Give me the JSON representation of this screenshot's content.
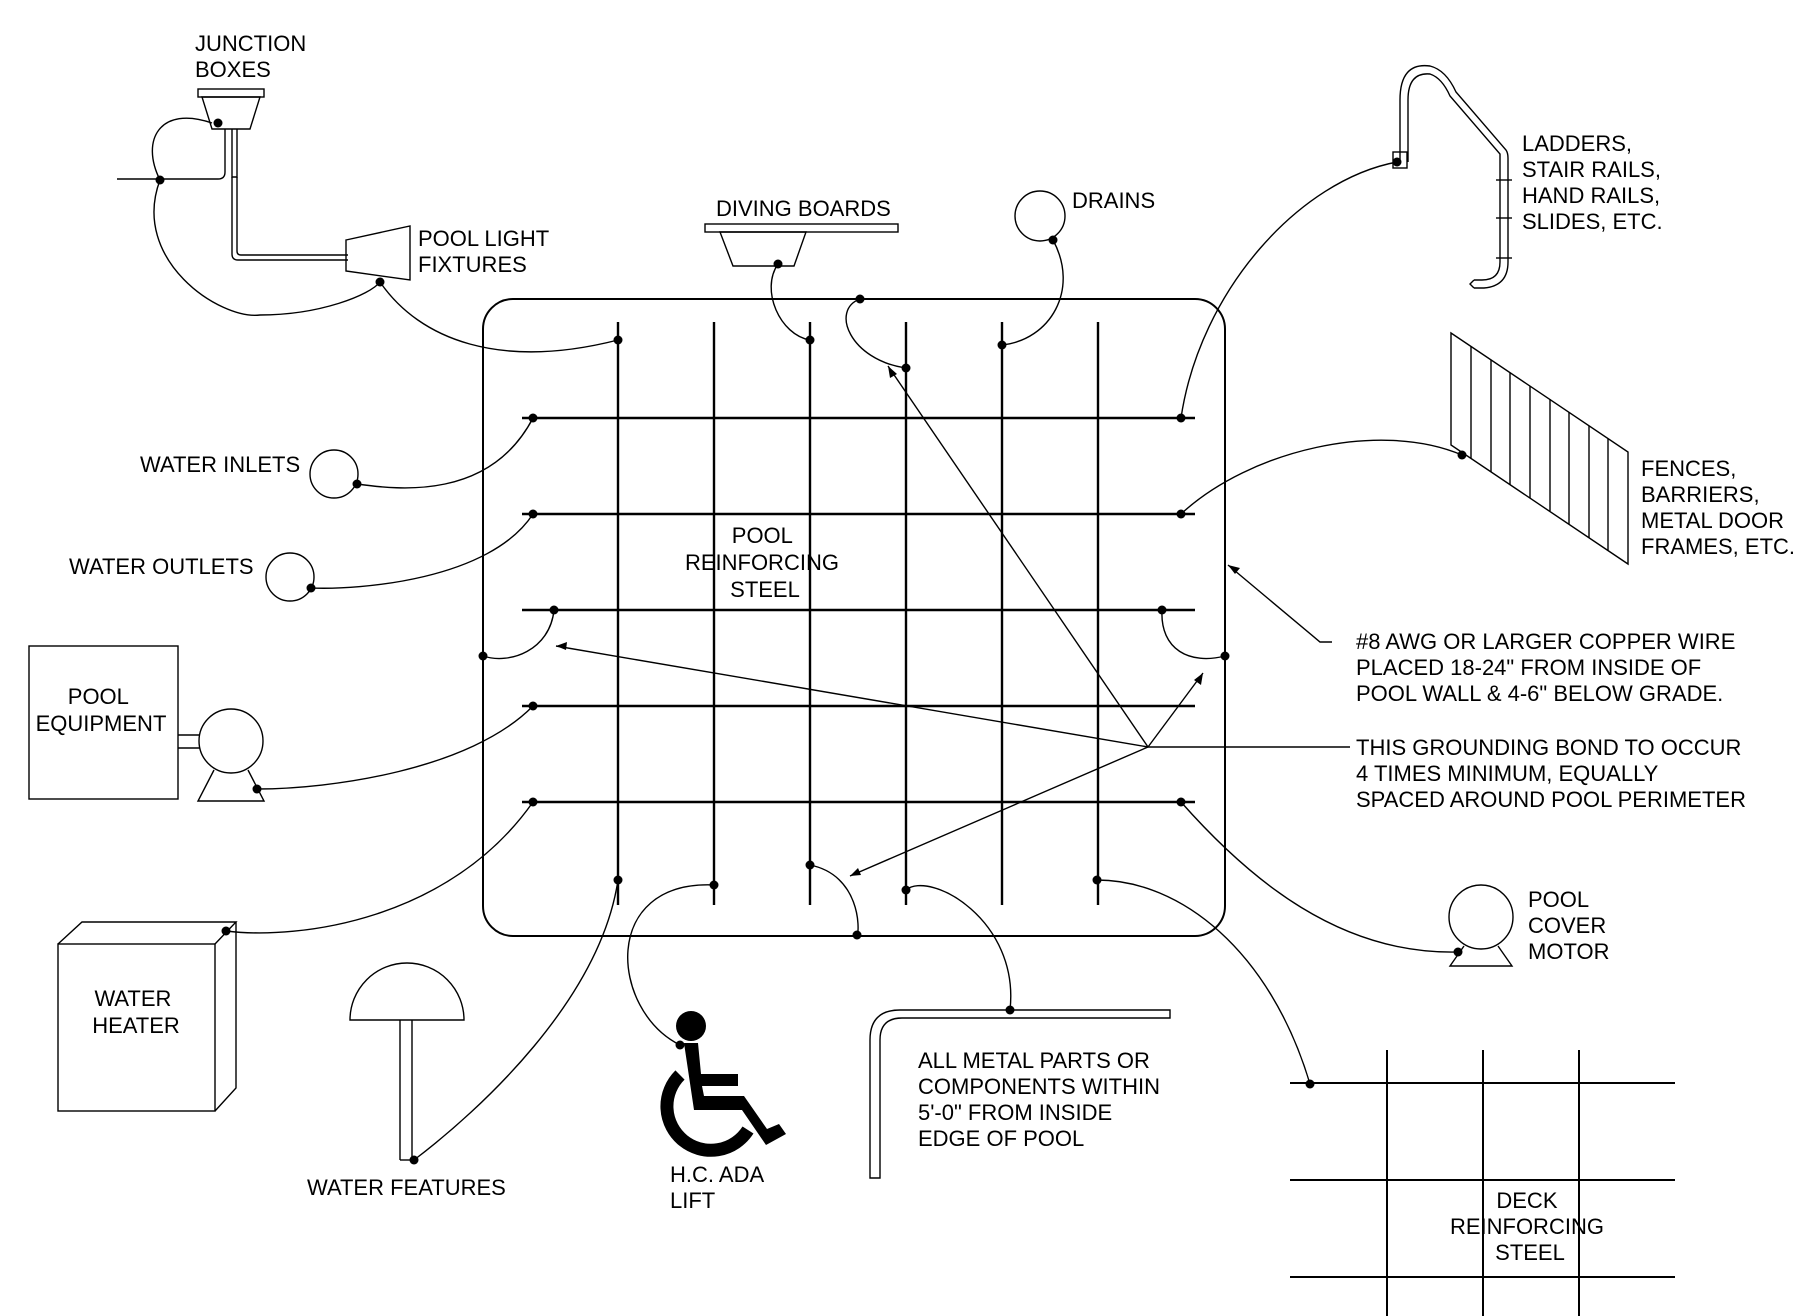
{
  "labels": {
    "junction_boxes": [
      "JUNCTION",
      "BOXES"
    ],
    "pool_light_fixtures": [
      "POOL LIGHT",
      "FIXTURES"
    ],
    "diving_boards": [
      "DIVING BOARDS"
    ],
    "drains": [
      "DRAINS"
    ],
    "ladders": [
      "LADDERS,",
      "STAIR RAILS,",
      "HAND RAILS,",
      "SLIDES, ETC."
    ],
    "water_inlets": [
      "WATER INLETS"
    ],
    "water_outlets": [
      "WATER OUTLETS"
    ],
    "pool_reinforcing_steel": [
      "POOL",
      "REINFORCING",
      "STEEL"
    ],
    "fences": [
      "FENCES,",
      "BARRIERS,",
      "METAL DOOR",
      "FRAMES, ETC."
    ],
    "copper_wire_note": [
      "#8 AWG OR LARGER COPPER WIRE",
      "PLACED 18-24\" FROM INSIDE OF",
      "POOL WALL & 4-6\" BELOW GRADE."
    ],
    "grounding_bond_note": [
      "THIS GROUNDING BOND TO OCCUR",
      "4 TIMES MINIMUM, EQUALLY",
      "SPACED AROUND POOL PERIMETER"
    ],
    "pool_equipment": [
      "POOL",
      "EQUIPMENT"
    ],
    "water_heater": [
      "WATER",
      "HEATER"
    ],
    "pool_cover_motor": [
      "POOL",
      "COVER",
      "MOTOR"
    ],
    "water_features": [
      "WATER FEATURES"
    ],
    "ada_lift": [
      "H.C. ADA",
      "LIFT"
    ],
    "metal_parts_note": [
      "ALL METAL PARTS OR",
      "COMPONENTS WITHIN",
      "5'-0\" FROM INSIDE",
      "EDGE OF POOL"
    ],
    "deck_reinforcing_steel": [
      "DECK",
      "REINFORCING",
      "STEEL"
    ]
  }
}
